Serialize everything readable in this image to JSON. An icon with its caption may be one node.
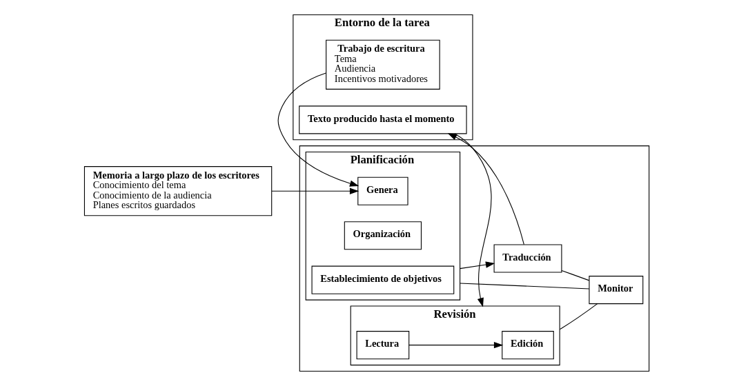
{
  "diagram": {
    "nodes": [
      {
        "text": [
          "Entorno de la tarea"
        ]
      },
      {
        "text": [
          "Trabajo de escritura",
          "Tema",
          "Audiencia",
          "Incentivos motivadores"
        ],
        "in": 0
      },
      {
        "text": [
          "Texto producido hasta el momento"
        ],
        "in": 0
      },
      {
        "text": [
          "Memoria a largo plazo de los escritores",
          "Conocimiento del tema",
          "Conocimiento de la audiencia",
          "Planes escritos guardados"
        ]
      },
      {
        "text": [],
        "shape": "box"
      },
      {
        "text": [
          "Planificación"
        ],
        "in": 4
      },
      {
        "text": [
          "Genera"
        ],
        "in": 5
      },
      {
        "text": [
          "Organización"
        ],
        "in": 5
      },
      {
        "text": [
          "Establecimiento de objetivos"
        ],
        "in": 5
      },
      {
        "text": [
          "Traducción"
        ],
        "in": 4
      },
      {
        "text": [
          "Revisión"
        ],
        "in": 4
      },
      {
        "text": [
          "Lectura"
        ],
        "in": 10
      },
      {
        "text": [
          "Edición"
        ],
        "in": 10
      },
      {
        "text": [
          "Monitor"
        ],
        "in": 4
      }
    ],
    "edges": [
      {
        "from": 1,
        "to": 6,
        "arrow": "to"
      },
      {
        "from": 3,
        "to": 6,
        "arrow": "to"
      },
      {
        "from": 5,
        "to": 9,
        "arrow": "to"
      },
      {
        "from": 9,
        "to": 2,
        "arrow": "to"
      },
      {
        "from": 2,
        "to": 10,
        "arrow": "to"
      },
      {
        "from": 11,
        "to": 12,
        "arrow": "to"
      },
      {
        "from": 5,
        "to": 13,
        "arrow": "none"
      },
      {
        "from": 9,
        "to": 13,
        "arrow": "none"
      },
      {
        "from": 10,
        "to": 13,
        "arrow": "none"
      }
    ]
  }
}
